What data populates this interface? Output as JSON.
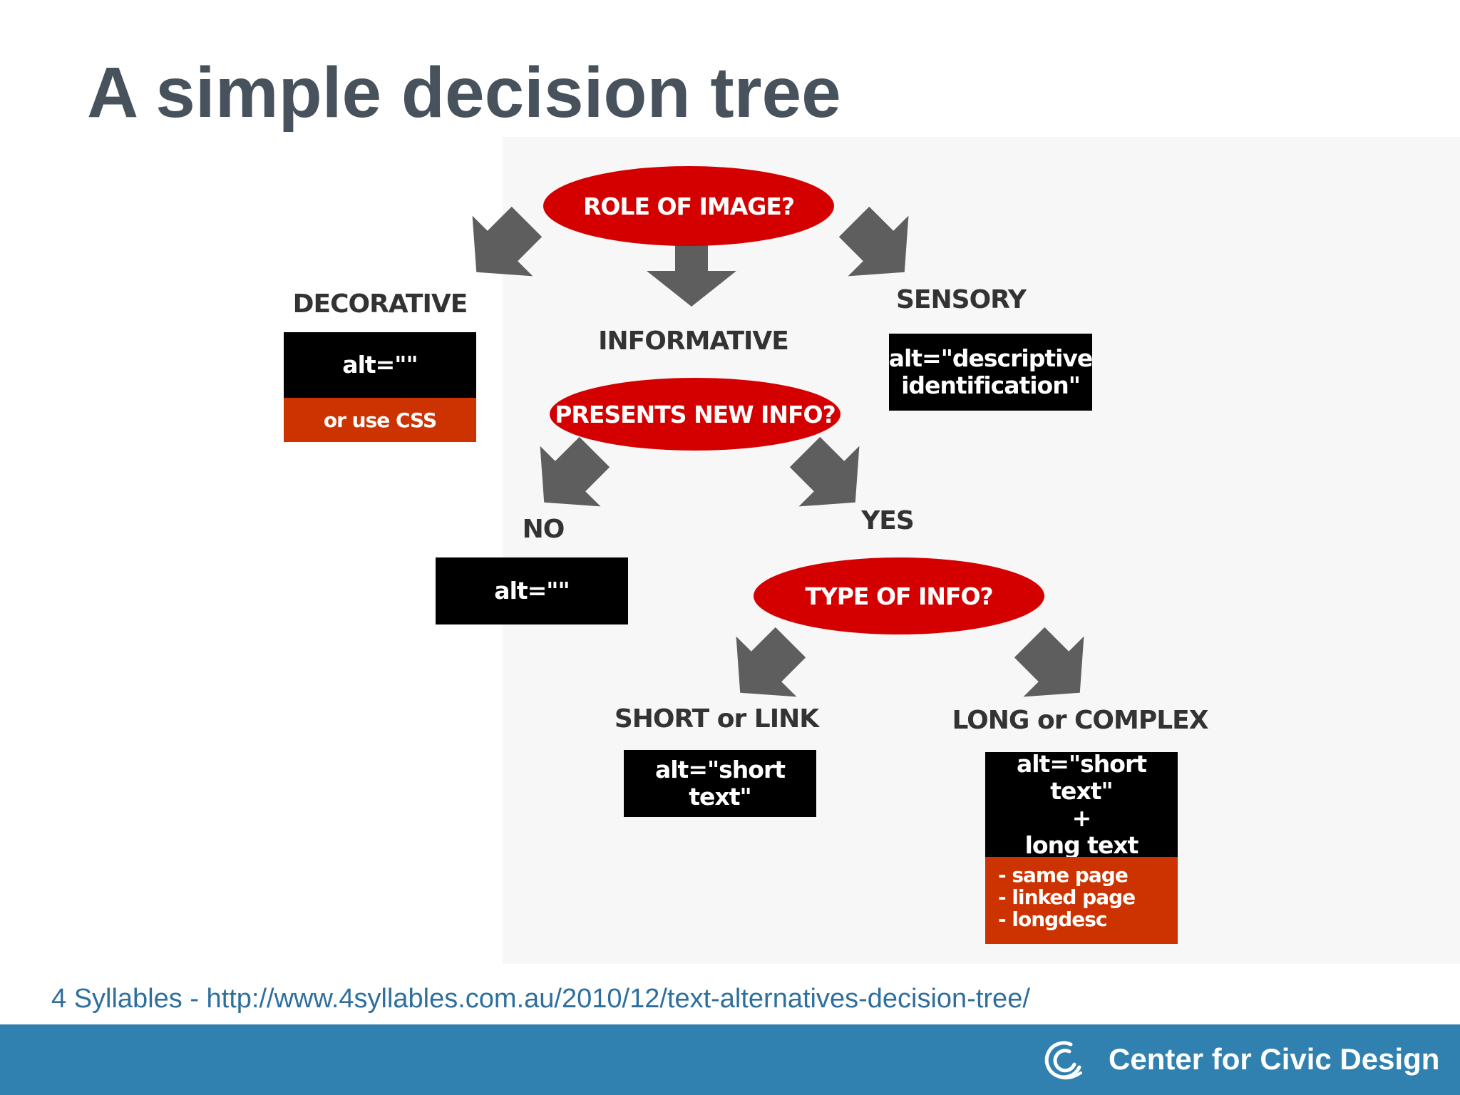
{
  "slide": {
    "title": "A simple decision tree",
    "credit": "4 Syllables - http://www.4syllables.com.au/2010/12/text-alternatives-decision-tree/",
    "footer_brand": "Center for Civic Design"
  },
  "diagram": {
    "questions": {
      "role": "ROLE OF IMAGE?",
      "presents_new_info": "PRESENTS NEW INFO?",
      "type_of_info": "TYPE OF INFO?"
    },
    "labels": {
      "decorative": "DECORATIVE",
      "informative": "INFORMATIVE",
      "sensory": "SENSORY",
      "no": "NO",
      "yes": "YES",
      "short_or_link": "SHORT or LINK",
      "long_or_complex": "LONG or COMPLEX"
    },
    "boxes": {
      "decorative_alt": "alt=\"\"",
      "decorative_note": "or use CSS",
      "sensory_line1": "alt=\"descriptive",
      "sensory_line2": "identification\"",
      "no_alt": "alt=\"\"",
      "short_alt": "alt=\"short text\"",
      "long_line1": "alt=\"short text\"",
      "long_line2": "+",
      "long_line3": "long text",
      "long_option1": "- same page",
      "long_option2": "- linked page",
      "long_option3": "- longdesc"
    }
  },
  "colors": {
    "title": "#47525c",
    "oval": "#d40000",
    "note": "#cc3300",
    "arrow": "#5e5e5e",
    "footer": "#3181b0",
    "credit": "#2e6f9e"
  }
}
